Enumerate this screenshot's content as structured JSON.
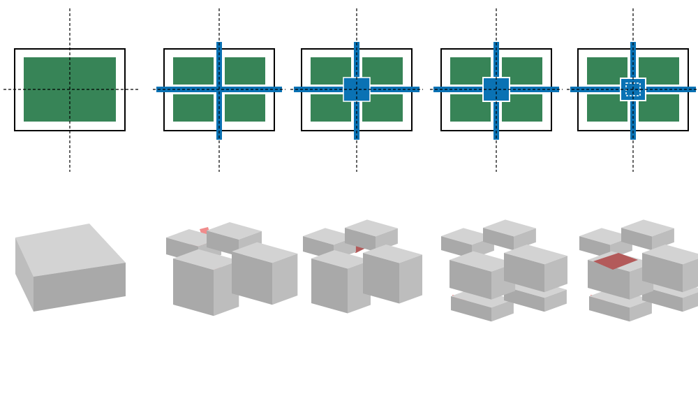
{
  "colors": {
    "background": "#ffffff",
    "frame": "#000000",
    "green": "#378457",
    "blue": "#0a72b4",
    "white": "#ffffff",
    "axis": "#000000",
    "box_top": "#d3d3d3",
    "box_front": "#a9a9a9",
    "box_side": "#bdbdbd",
    "red_dark": "#b35a5a",
    "red_light": "#f08c8c"
  },
  "plan_steps": [
    {
      "id": "plan-1",
      "split": false,
      "core": "none"
    },
    {
      "id": "plan-2",
      "split": true,
      "core": "none"
    },
    {
      "id": "plan-3",
      "split": true,
      "core": "large"
    },
    {
      "id": "plan-4",
      "split": true,
      "core": "large-outlined"
    },
    {
      "id": "plan-5",
      "split": true,
      "core": "nested"
    }
  ],
  "massing_steps": [
    {
      "id": "massing-1",
      "type": "solid"
    },
    {
      "id": "massing-2",
      "type": "split-cross"
    },
    {
      "id": "massing-3",
      "type": "cross-core"
    },
    {
      "id": "massing-4",
      "type": "layered"
    },
    {
      "id": "massing-5",
      "type": "layered-cut"
    }
  ]
}
